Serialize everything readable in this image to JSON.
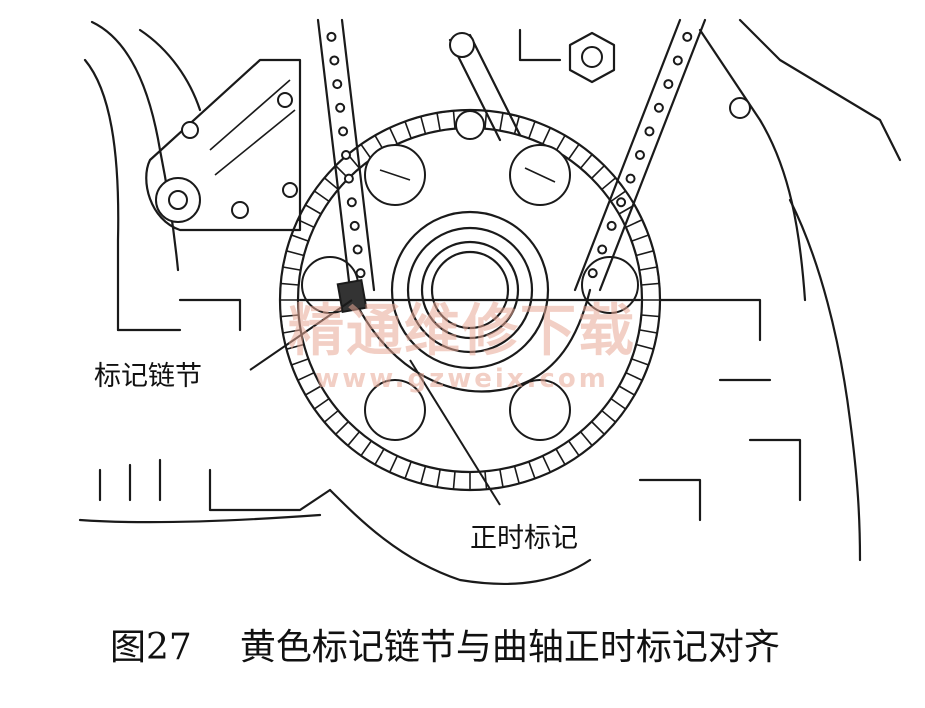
{
  "labels": {
    "marked_link": "标记链节",
    "timing_mark": "正时标记"
  },
  "caption": {
    "figure_number": "图27",
    "text": "黄色标记链节与曲轴正时标记对齐"
  },
  "watermark": {
    "name": "精通维修下载",
    "url": "www.gzweix.com"
  },
  "colors": {
    "line": "#1a1a1a",
    "watermark": "#e8a896",
    "background": "#ffffff"
  }
}
